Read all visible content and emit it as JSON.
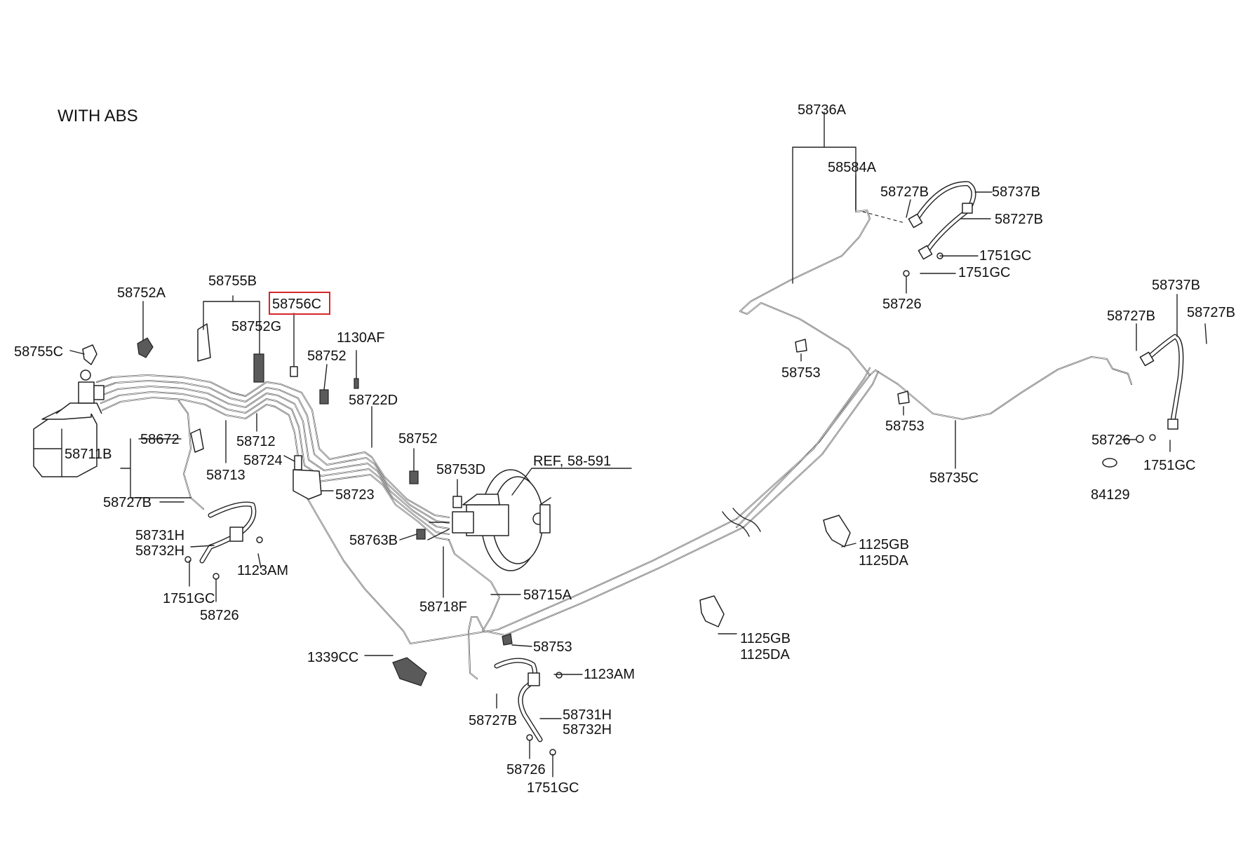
{
  "title": "WITH ABS",
  "highlight_color": "#d62728",
  "labels": {
    "p58736A": "58736A",
    "p58584A": "58584A",
    "p58727B_a": "58727B",
    "p58737B_a": "58737B",
    "p58727B_b": "58727B",
    "p1751GC_a": "1751GC",
    "p1751GC_b": "1751GC",
    "p58726_a": "58726",
    "p58737B_b": "58737B",
    "p58727B_c": "58727B",
    "p58727B_d": "58727B",
    "p58753_a": "58753",
    "p58753_b": "58753",
    "p58735C": "58735C",
    "p58726_b": "58726",
    "p1751GC_c": "1751GC",
    "p84129": "84129",
    "p1125GB_a": "1125GB",
    "p1125DA_a": "1125DA",
    "p1125GB_b": "1125GB",
    "p1125DA_b": "1125DA",
    "p58752A": "58752A",
    "p58755B": "58755B",
    "p58756C": "58756C",
    "p58755C": "58755C",
    "p58752G": "58752G",
    "p1130AF": "1130AF",
    "p58752_a": "58752",
    "p58722D": "58722D",
    "p58752_b": "58752",
    "p58753D": "58753D",
    "p58672": "58672",
    "p58711B": "58711B",
    "p58712": "58712",
    "p58713": "58713",
    "p58724": "58724",
    "p58723": "58723",
    "pREF": "REF, 58-591",
    "p58727B_e": "58727B",
    "p58731H_a": "58731H",
    "p58732H_a": "58732H",
    "p1123AM_a": "1123AM",
    "p1751GC_d": "1751GC",
    "p58726_c": "58726",
    "p58763B": "58763B",
    "p58718F": "58718F",
    "p58715A": "58715A",
    "p58753_c": "58753",
    "p1339CC": "1339CC",
    "p1123AM_b": "1123AM",
    "p58727B_f": "58727B",
    "p58731H_b": "58731H",
    "p58732H_b": "58732H",
    "p58726_d": "58726",
    "p1751GC_e": "1751GC"
  }
}
